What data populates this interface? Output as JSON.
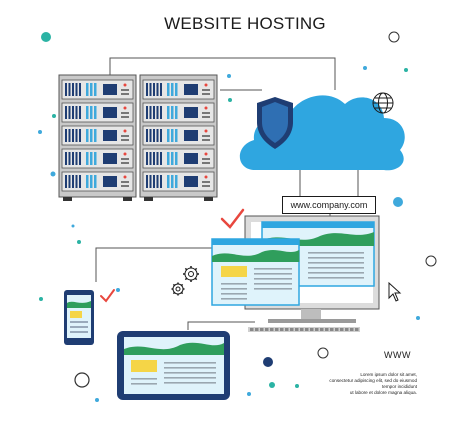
{
  "header": {
    "title": "WEBSITE HOSTING"
  },
  "cloud": {
    "url_label": "www.company.com"
  },
  "footer": {
    "www_label": "WWW",
    "description_lines": [
      "Lorem ipsum dolor sit amet,",
      "consectetur adipiscing elit, sed do eiusmod",
      "tempor incididunt",
      "ut labore et dolore magna aliqua."
    ]
  },
  "colors": {
    "navy": "#1f3d73",
    "teal": "#2bb3a4",
    "sky": "#3fa9dc",
    "cloud": "#2fa6e0",
    "green": "#2f9e5c",
    "yellow": "#f5d547",
    "red_check": "#e8473e",
    "rack_grey": "#c9c9c9",
    "screen_bg": "#dff3fb"
  },
  "icons": [
    "shield-icon",
    "globe-icon",
    "cursor-icon",
    "gear-icon",
    "checkmark-icon"
  ]
}
